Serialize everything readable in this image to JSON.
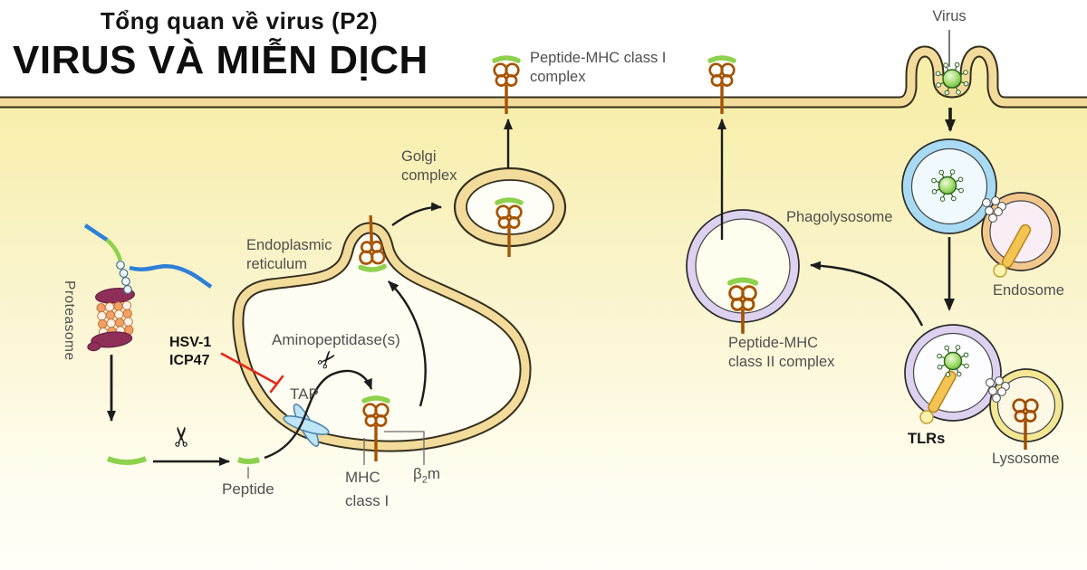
{
  "header": {
    "subtitle": "Tổng quan về virus (P2)",
    "title": "VIRUS VÀ MIỄN DỊCH"
  },
  "labels": {
    "peptide_mhc1": "Peptide-MHC class I\ncomplex",
    "virus": "Virus",
    "golgi": "Golgi\ncomplex",
    "er": "Endoplasmic\nreticulum",
    "proteasome": "Proteasome",
    "hsv": "HSV-1\nICP47",
    "aminopeptidase": "Aminopeptidase(s)",
    "tap": "TAP",
    "peptide": "Peptide",
    "mhc1": "MHC\nclass I",
    "b2m": {
      "base": "β",
      "sub": "2",
      "rest": "m"
    },
    "phagolysosome": "Phagolysosome",
    "peptide_mhc2": "Peptide-MHC\nclass II complex",
    "endosome": "Endosome",
    "tlrs": "TLRs",
    "lysosome": "Lysosome"
  },
  "icons": {
    "scissors": "✂"
  },
  "colors": {
    "membrane_tan": "#f3dc9b",
    "membrane_edge": "#35301e",
    "cytoplasm_top": "#f7eeab",
    "cytoplasm_bottom": "#fffef8",
    "organelle_interior": "#fffdf2",
    "mhc_brown": "#a65300",
    "lysosome_mhc_brown": "#a04c00",
    "peptide_green": "#8dd14d",
    "virus_green": "#74c83e",
    "polypeptide_blue": "#2e7fd8",
    "tap_blue": "#bfe6f8",
    "proteasome_maroon": "#8f2f57",
    "inhibit_red": "#e82718",
    "phagosome_blue": "#a8daf3",
    "endosome_orange": "#f3c78c",
    "vesicle_purple": "#ddd1f0",
    "lysosome_yellow": "#f3e794",
    "rod_gold": "#f2c553",
    "arrow_black": "#1c1c1c",
    "label_gray": "#4f4f4f"
  }
}
